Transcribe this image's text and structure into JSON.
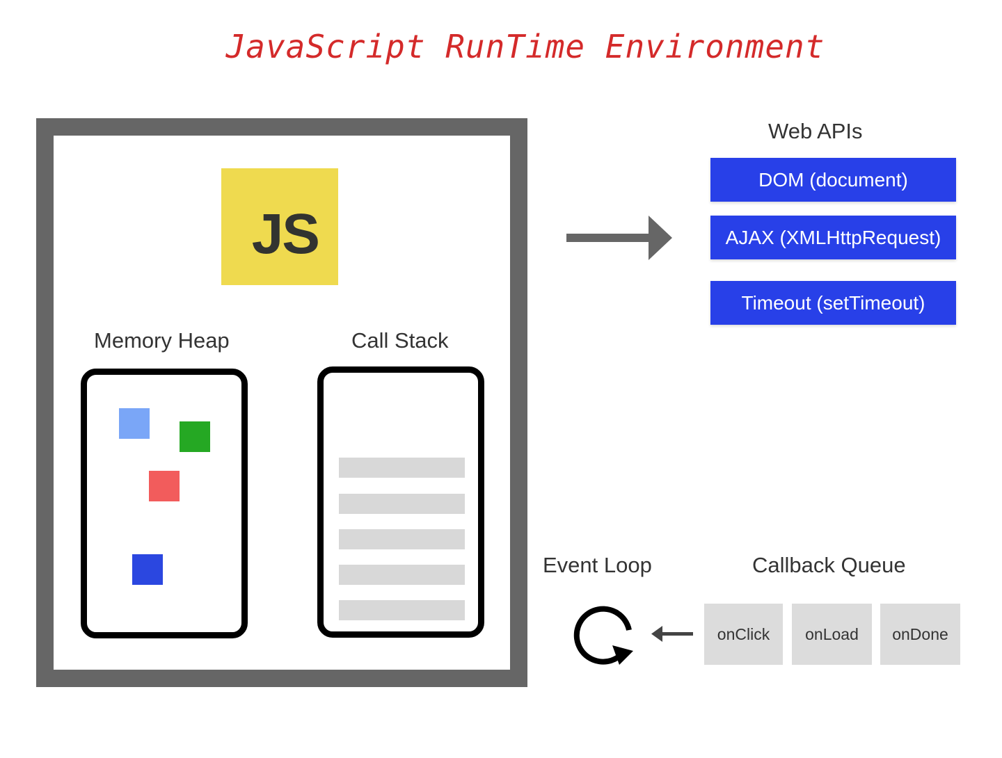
{
  "title": "JavaScript RunTime Environment",
  "engine": {
    "logo_text": "JS",
    "memory_heap_label": "Memory Heap",
    "call_stack_label": "Call Stack"
  },
  "web_apis": {
    "label": "Web APIs",
    "items": [
      "DOM (document)",
      "AJAX (XMLHttpRequest)",
      "Timeout (setTimeout)"
    ]
  },
  "event_loop": {
    "label": "Event Loop"
  },
  "callback_queue": {
    "label": "Callback Queue",
    "items": [
      "onClick",
      "onLoad",
      "onDone"
    ]
  },
  "colors": {
    "title": "#d42a2a",
    "frame": "#666666",
    "js_logo_bg": "#efda4f",
    "api_box": "#2840e8",
    "heap_objects": [
      "#7aa6f7",
      "#25a823",
      "#f25c5c",
      "#2b47e0"
    ],
    "stack_rows": "#d8d8d8",
    "queue_items": "#dcdcdc"
  },
  "icons": {
    "arrow": "right-arrow-icon",
    "loop": "refresh-loop-icon",
    "queue_arrow": "left-arrow-icon"
  }
}
